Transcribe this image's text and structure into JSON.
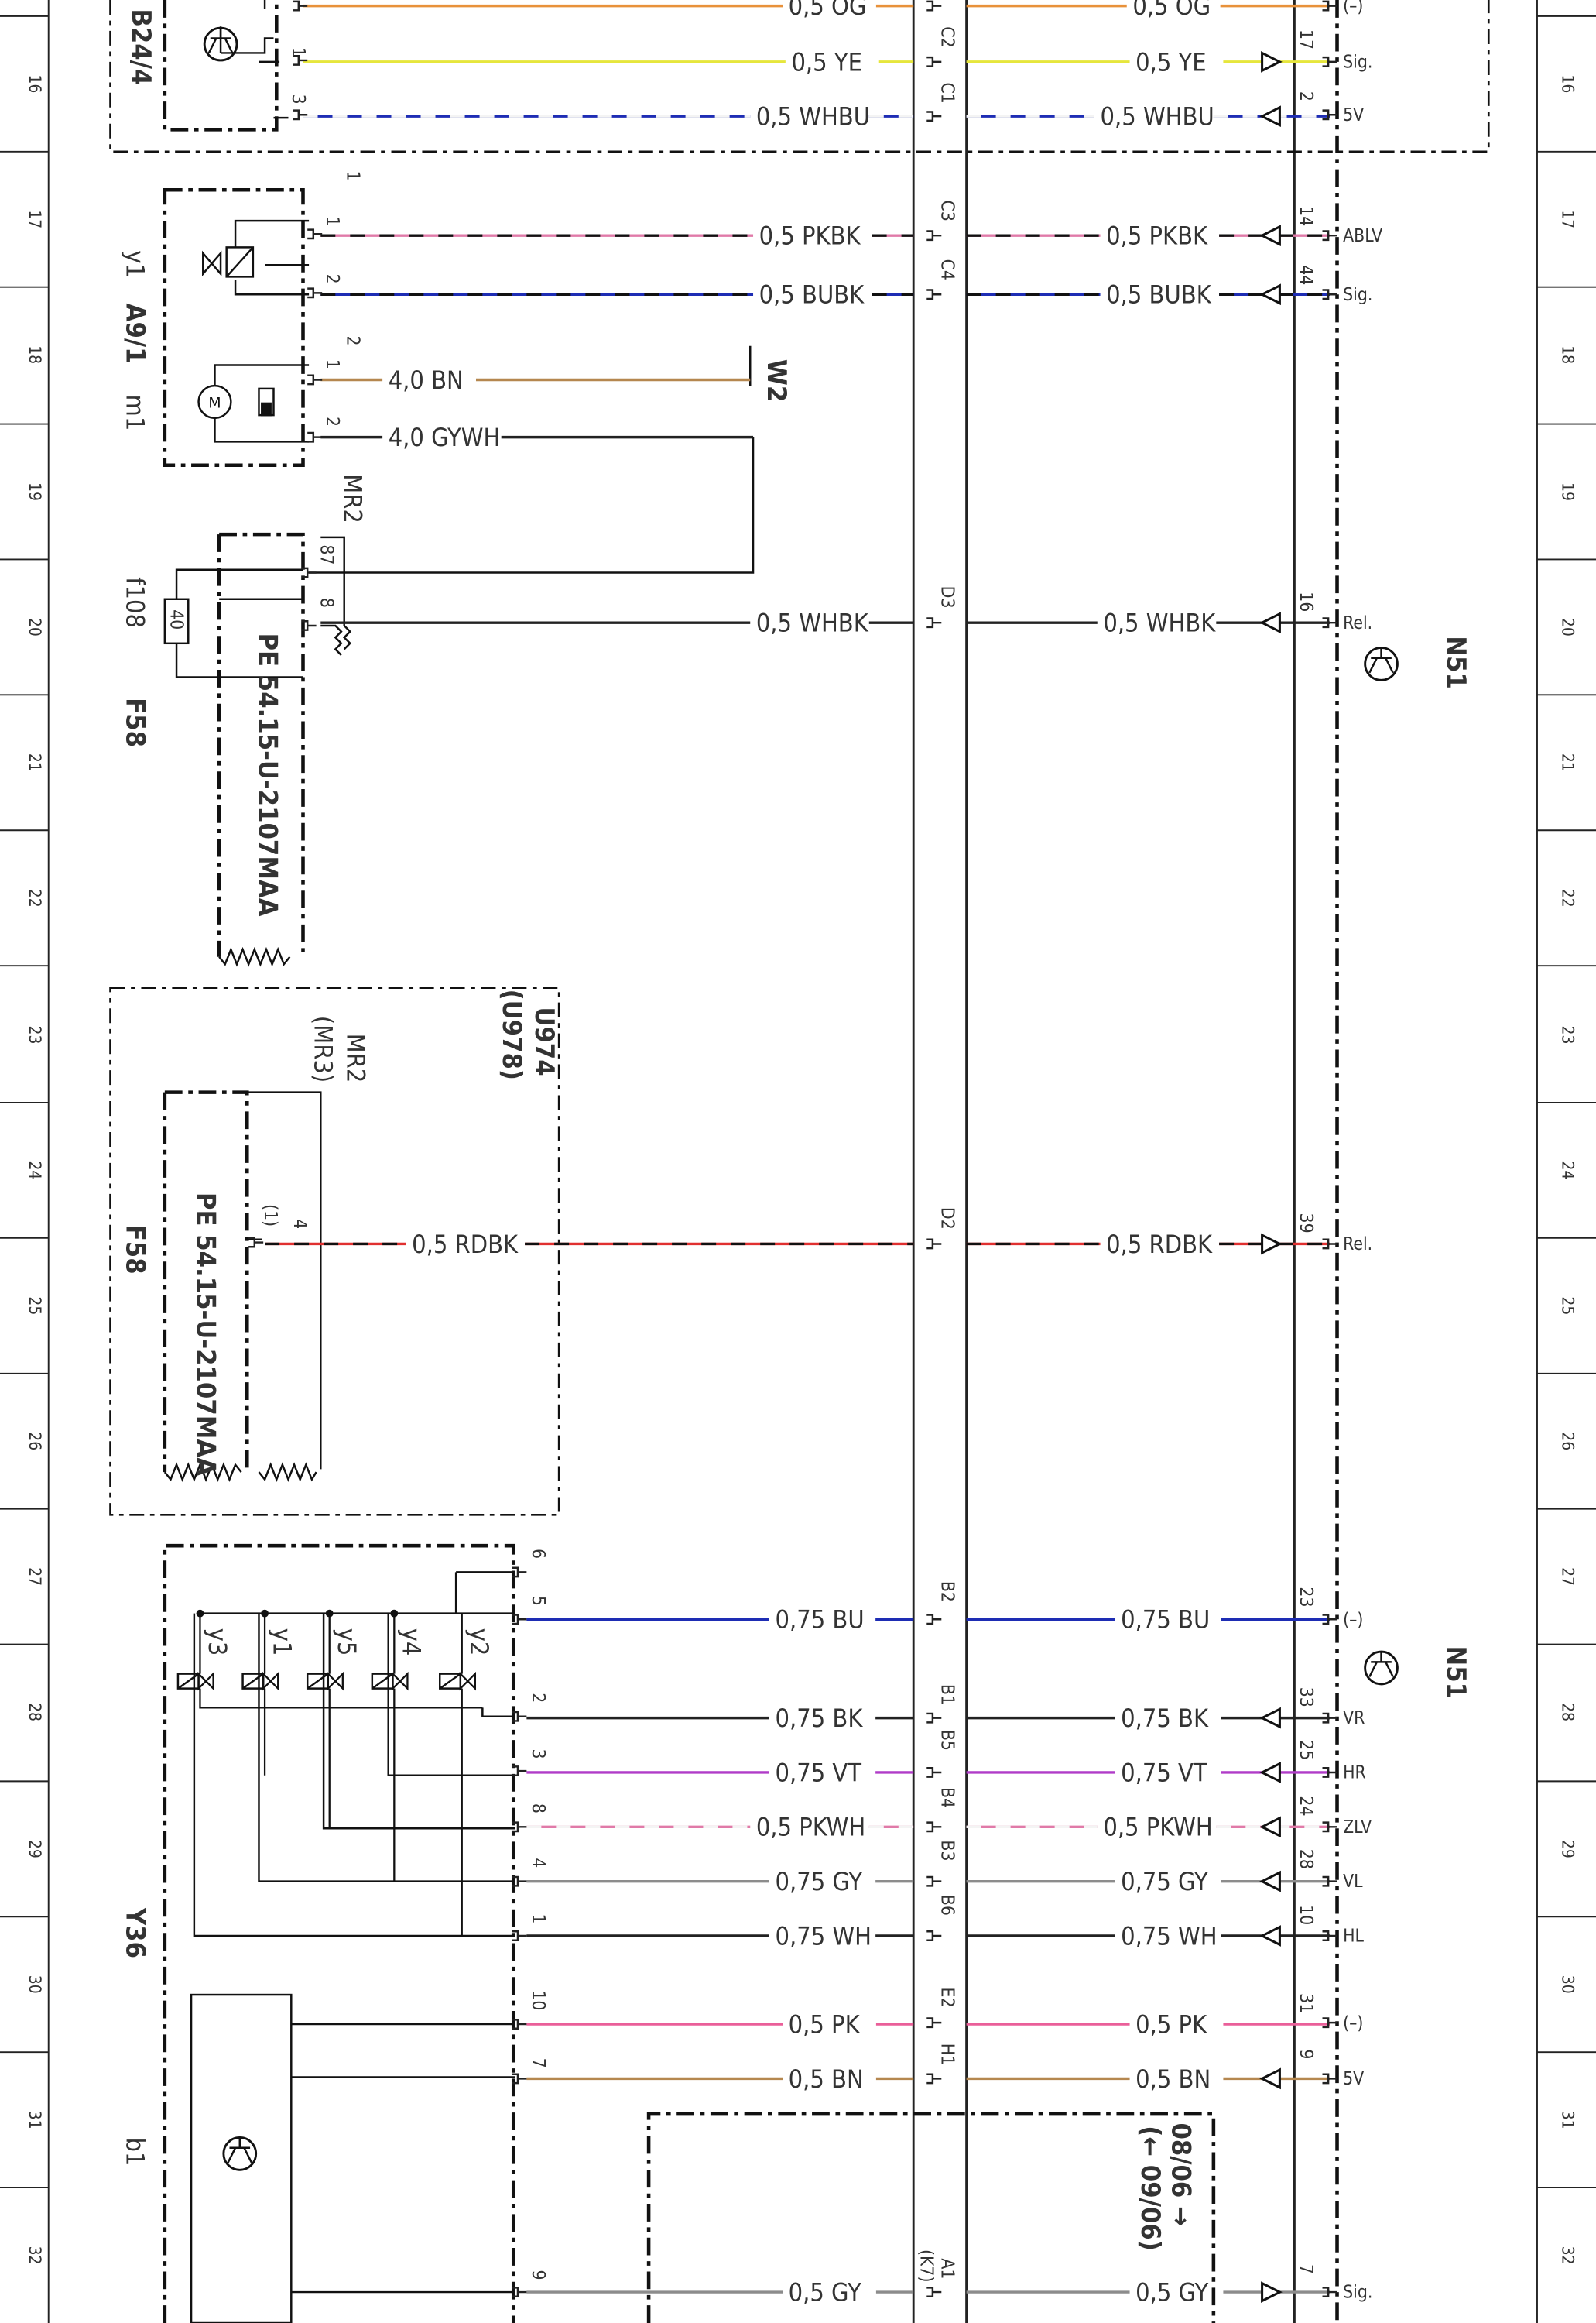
{
  "ruler": {
    "rows": [
      "16",
      "17",
      "18",
      "19",
      "20",
      "21",
      "22",
      "23",
      "24",
      "25",
      "26",
      "27",
      "28",
      "29",
      "30",
      "31",
      "32"
    ]
  },
  "components": {
    "b24_4": {
      "id": "B24/4"
    },
    "a9_1": {
      "id": "A9/1",
      "sub_y": "y1",
      "sub_m": "m1"
    },
    "f58_top": {
      "id": "F58",
      "fuse": "f108",
      "rating": "40",
      "relay_ref": "PE 54.15-U-2107MAA"
    },
    "u974": {
      "id": "U974",
      "alt_id": "(U978)",
      "mr": "MR2",
      "mr_alt": "(MR3)",
      "relay_ref": "PE 54.15-U-2107MAA",
      "fuse_label": "F58"
    },
    "y36": {
      "id": "Y36",
      "valves": [
        "y3",
        "y1",
        "y5",
        "y4",
        "y2"
      ],
      "sensor": "b1"
    },
    "n51_top": {
      "id": "N51"
    },
    "n51_mid": {
      "id": "N51"
    },
    "w2": {
      "id": "W2"
    },
    "mr2_top": {
      "label": "MR2"
    },
    "date_box": {
      "from": "08/06 →",
      "until": "(← 09/06)"
    }
  },
  "wires": [
    {
      "label": "0,5 OG",
      "color": "#e8913a"
    },
    {
      "label": "0,5 OG",
      "color": "#e8913a"
    },
    {
      "label": "0,5 YE",
      "color": "#e6e63c"
    },
    {
      "label": "0,5 YE",
      "color": "#e6e63c"
    },
    {
      "label": "0,5 WHBU",
      "color": "#1e2db4"
    },
    {
      "label": "0,5 WHBU",
      "color": "#1e2db4"
    },
    {
      "label": "0,5 PKBK",
      "color": "#e07aa8"
    },
    {
      "label": "0,5 PKBK",
      "color": "#e07aa8"
    },
    {
      "label": "0,5 BUBK",
      "color": "#1e2db4"
    },
    {
      "label": "0,5 BUBK",
      "color": "#1e2db4"
    },
    {
      "label": "4,0 BN",
      "color": "#b5874f"
    },
    {
      "label": "4,0 GYWH",
      "color": "#222222"
    },
    {
      "label": "0,5 WHBK",
      "color": "#222222"
    },
    {
      "label": "0,5 WHBK",
      "color": "#222222"
    },
    {
      "label": "0,5 RDBK",
      "color": "#e03030"
    },
    {
      "label": "0,5 RDBK",
      "color": "#e03030"
    },
    {
      "label": "0,75 BU",
      "color": "#1e2db4"
    },
    {
      "label": "0,75 BU",
      "color": "#1e2db4"
    },
    {
      "label": "0,75 BK",
      "color": "#222222"
    },
    {
      "label": "0,75 BK",
      "color": "#222222"
    },
    {
      "label": "0,75 VT",
      "color": "#b03cc8"
    },
    {
      "label": "0,75 VT",
      "color": "#b03cc8"
    },
    {
      "label": "0,5 PKWH",
      "color": "#e07aa8"
    },
    {
      "label": "0,5 PKWH",
      "color": "#e07aa8"
    },
    {
      "label": "0,75 GY",
      "color": "#8c8c8c"
    },
    {
      "label": "0,75 GY",
      "color": "#8c8c8c"
    },
    {
      "label": "0,75 WH",
      "color": "#222222"
    },
    {
      "label": "0,75 WH",
      "color": "#222222"
    },
    {
      "label": "0,5 PK",
      "color": "#ea5f99"
    },
    {
      "label": "0,5 PK",
      "color": "#ea5f99"
    },
    {
      "label": "0,5 BN",
      "color": "#b5874f"
    },
    {
      "label": "0,5 BN",
      "color": "#b5874f"
    },
    {
      "label": "0,5 GY",
      "color": "#8c8c8c"
    },
    {
      "label": "0,5 GY",
      "color": "#8c8c8c"
    }
  ],
  "connectors": [
    "C2",
    "C1",
    "C3",
    "C4",
    "D3",
    "D2",
    "B2",
    "B1",
    "B5",
    "B4",
    "B3",
    "B6",
    "E2",
    "H1",
    "A1",
    "(K7)"
  ],
  "pins": {
    "left": [
      "1",
      "3",
      "1",
      "2",
      "1",
      "2",
      "1",
      "2",
      "87",
      "8",
      "4",
      "(1)",
      "6",
      "5",
      "2",
      "3",
      "8",
      "4",
      "1",
      "10",
      "7",
      "9",
      "2",
      "1"
    ],
    "right": [
      "17",
      "2",
      "14",
      "44",
      "16",
      "39",
      "23",
      "33",
      "25",
      "24",
      "28",
      "10",
      "31",
      "9",
      "7"
    ],
    "signals": [
      "(–)",
      "Sig.",
      "5V",
      "ABLV",
      "Sig.",
      "Rel.",
      "Rel.",
      "(–)",
      "VR",
      "HR",
      "ZLV",
      "VL",
      "HL",
      "(–)",
      "5V",
      "Sig."
    ]
  }
}
